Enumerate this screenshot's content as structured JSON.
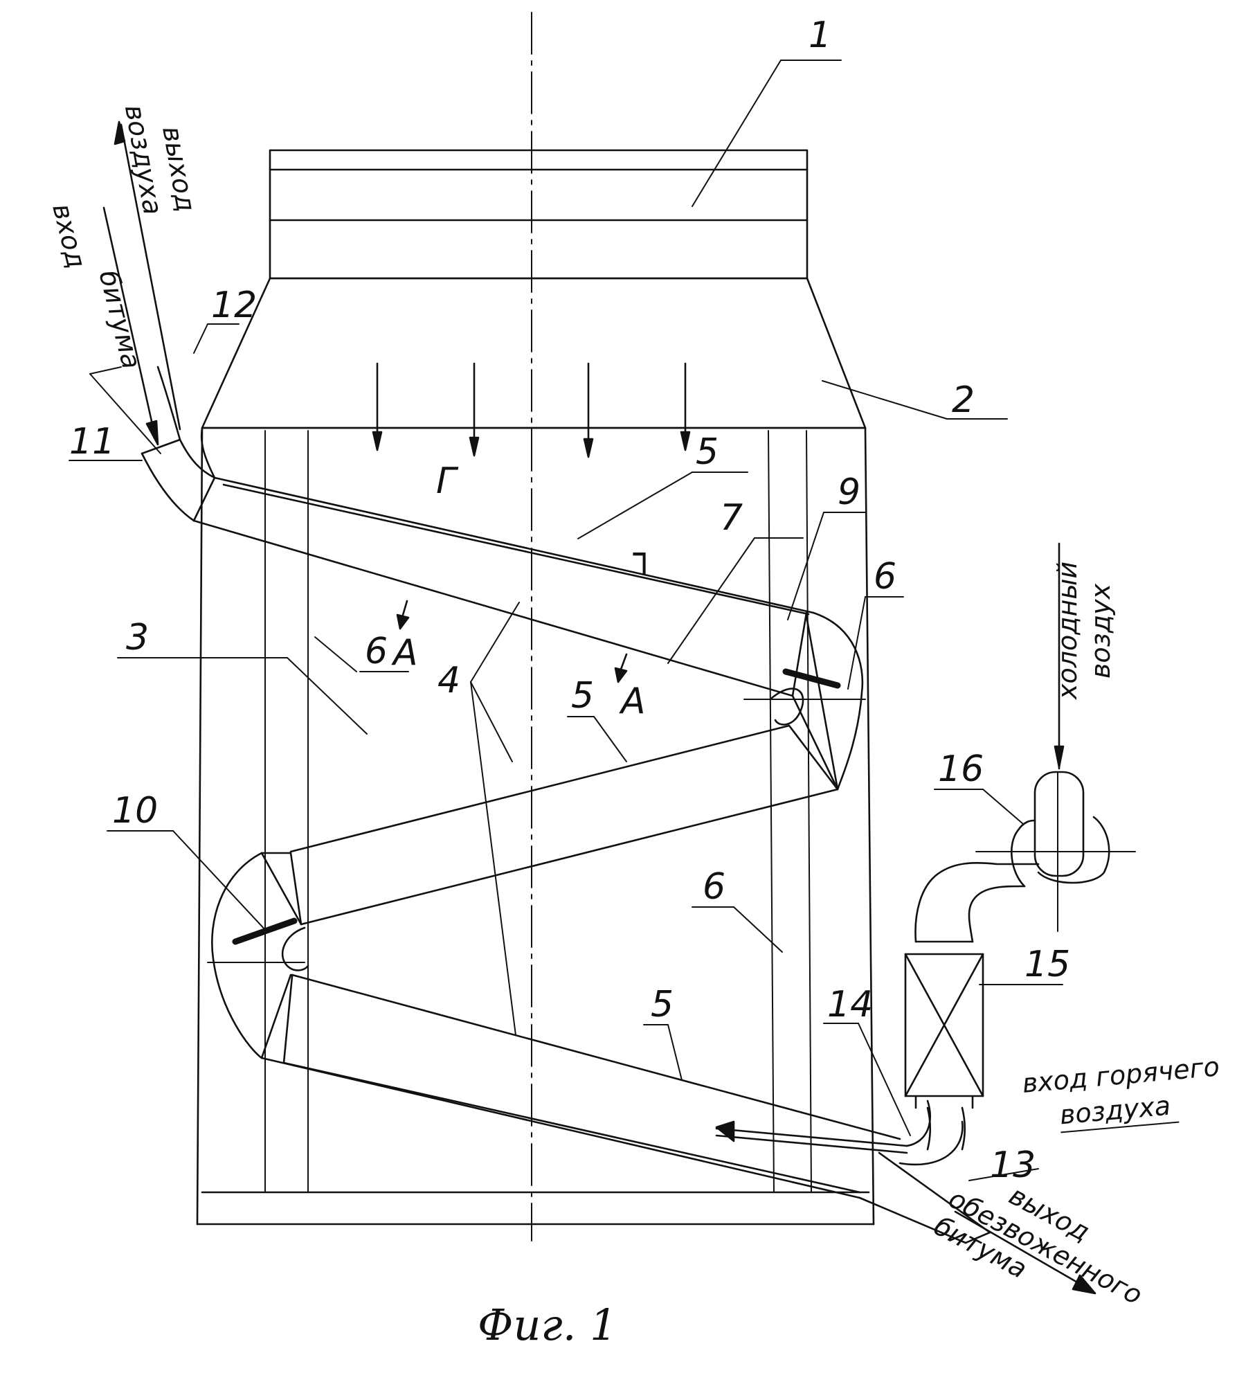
{
  "callouts": {
    "n1": "1",
    "n2": "2",
    "n3": "3",
    "n4": "4",
    "n5a": "5",
    "n5b": "5",
    "n5c": "5",
    "n6a": "6",
    "n6b": "6",
    "n6c": "6",
    "n7": "7",
    "n9": "9",
    "n10": "10",
    "n11": "11",
    "n12": "12",
    "n13": "13",
    "n14": "14",
    "n15": "15",
    "n16": "16"
  },
  "section_marks": {
    "a1": "А",
    "a2": "А",
    "g1": "Г",
    "g2": "┐"
  },
  "flow_labels": {
    "bitumen_in_1": "вход",
    "bitumen_in_2": "битума",
    "air_out_1": "выход",
    "air_out_2": "воздуха",
    "cold_air_1": "холодный",
    "cold_air_2": "воздух",
    "hot_air_1": "вход горячего",
    "hot_air_2": "воздуха",
    "product_out_1": "выход",
    "product_out_2": "обезвоженного",
    "product_out_3": "битума"
  },
  "caption": "Фиг. 1"
}
